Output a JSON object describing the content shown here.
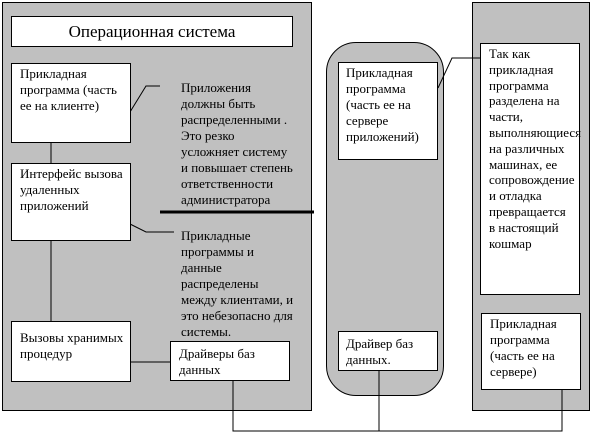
{
  "left_panel": {
    "title": "Операционная система",
    "client_app": "Прикладная программа (часть ее на клиенте)",
    "rpc_interface": "Интерфейс вызова удаленных приложений",
    "stored_procedures": "Вызовы хранимых процедур",
    "db_drivers": "Драйверы баз данных",
    "note_distributed": "Приложения должны быть распределенными . Это резко усложняет систему и повышает степень ответственности администратора",
    "note_data": "Прикладные программы и данные распределены между клиентами, и это небезопасно для системы."
  },
  "middle_panel": {
    "server_app": "Прикладная программа (часть ее на сервере приложений)",
    "db_driver": "Драйвер баз данных."
  },
  "right_panel": {
    "note_nightmare": "Так как прикладная программа разделена на части, выполняющиеся на различных машинах, ее сопровождение и отладка превращается в настоящий кошмар",
    "server_app": "Прикладная программа (часть ее на сервере)"
  }
}
